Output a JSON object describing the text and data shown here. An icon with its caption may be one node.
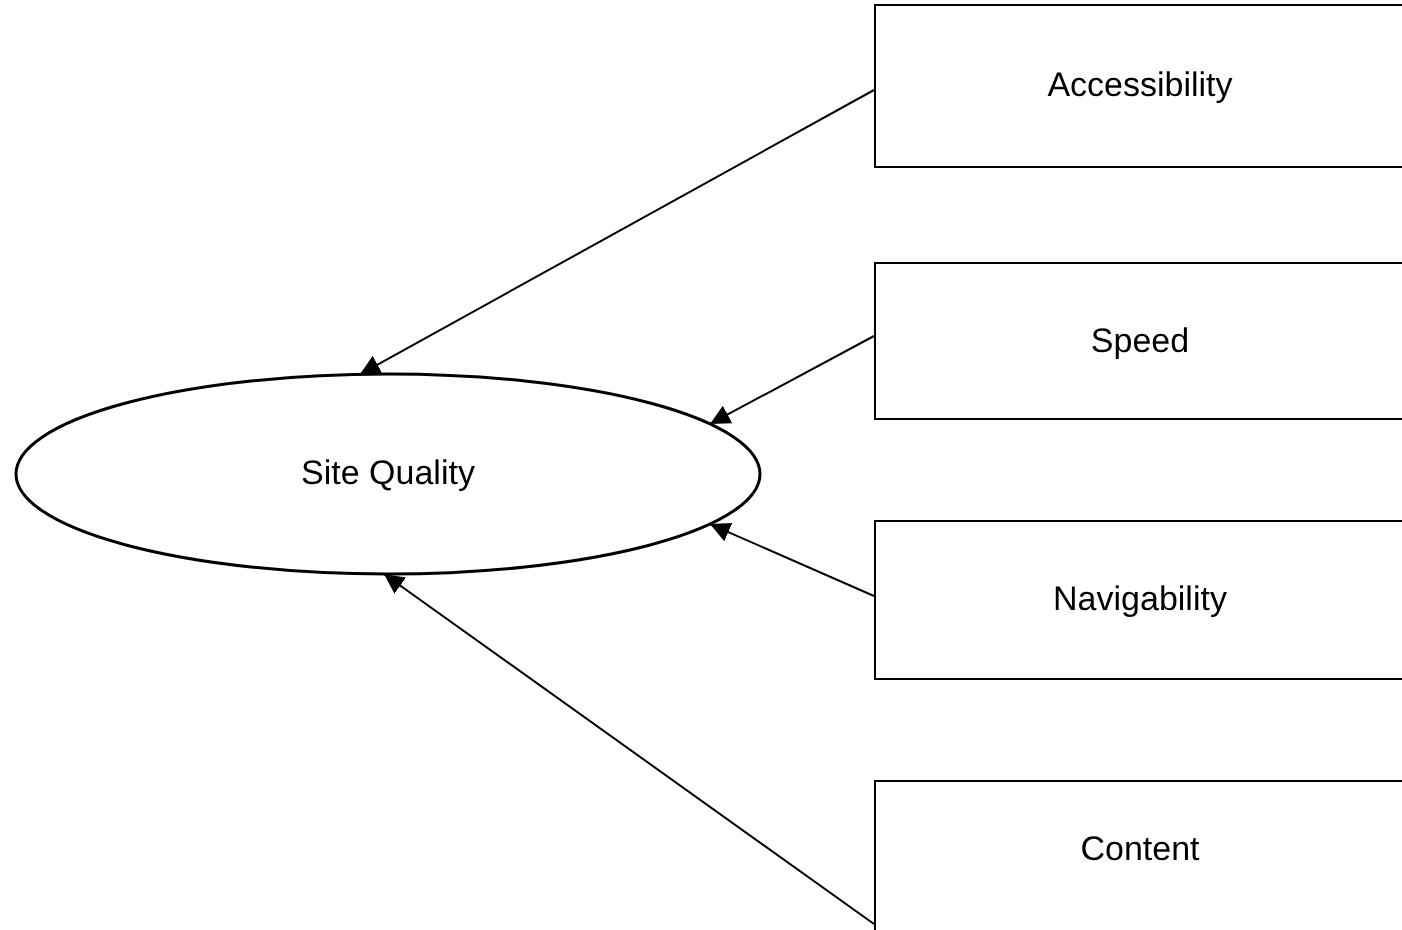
{
  "diagram": {
    "nodes": [
      {
        "text": [
          "Site Quality"
        ]
      },
      {
        "text": [
          "Accessibility"
        ]
      },
      {
        "text": [
          "Speed"
        ]
      },
      {
        "text": [
          "Navigability"
        ]
      },
      {
        "text": [
          "Content"
        ]
      }
    ],
    "edges": [
      {
        "from": 1,
        "to": 0,
        "arrow": "to"
      },
      {
        "from": 2,
        "to": 0,
        "arrow": "to"
      },
      {
        "from": 3,
        "to": 0,
        "arrow": "to"
      },
      {
        "from": 4,
        "to": 0,
        "arrow": "to"
      }
    ]
  }
}
